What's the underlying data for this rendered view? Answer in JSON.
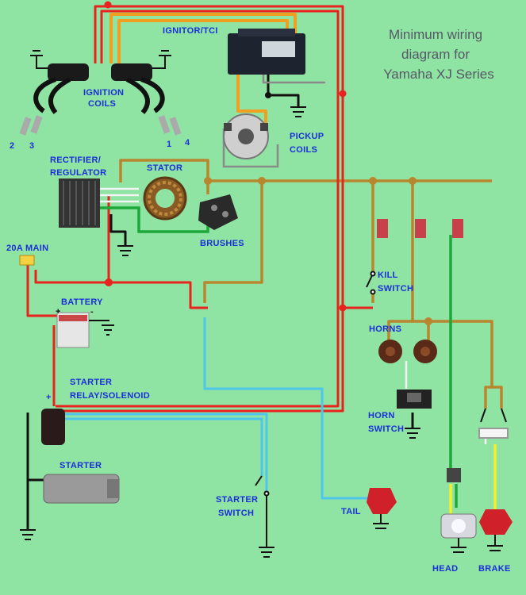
{
  "title": {
    "line1": "Minimum wiring",
    "line2": "diagram for",
    "line3": "Yamaha XJ Series"
  },
  "labels": {
    "ignitor": "IGNITOR/TCI",
    "ignition_coils_1": "IGNITION",
    "ignition_coils_2": "COILS",
    "pickup_coils_1": "PICKUP",
    "pickup_coils_2": "COILS",
    "rectifier_1": "RECTIFIER/",
    "rectifier_2": "REGULATOR",
    "stator": "STATOR",
    "brushes": "BRUSHES",
    "main_fuse": "20A MAIN",
    "battery": "BATTERY",
    "starter_relay_1": "STARTER",
    "starter_relay_2": "RELAY/SOLENOID",
    "starter": "STARTER",
    "kill_switch_1": "KILL",
    "kill_switch_2": "SWITCH",
    "horns": "HORNS",
    "horn_switch_1": "HORN",
    "horn_switch_2": "SWITCH",
    "starter_switch_1": "STARTER",
    "starter_switch_2": "SWITCH",
    "tail": "TAIL",
    "head": "HEAD",
    "brake": "BRAKE",
    "plug_2": "2",
    "plug_3": "3",
    "plug_1": "1",
    "plug_4": "4",
    "battery_plus": "+",
    "battery_minus": "-",
    "relay_plus": "+"
  },
  "colors": {
    "background": "#8fe3a3",
    "label_blue": "#1a2fd8",
    "wire_red": "#e8231e",
    "wire_brown": "#b8862e",
    "wire_orange": "#f0a020",
    "wire_blue": "#4fc7ea",
    "wire_green": "#1fa83a",
    "wire_yellow": "#f2ef2a",
    "wire_black": "#111111",
    "wire_white": "#f4f4f4",
    "wire_gray": "#8a8a8a"
  }
}
